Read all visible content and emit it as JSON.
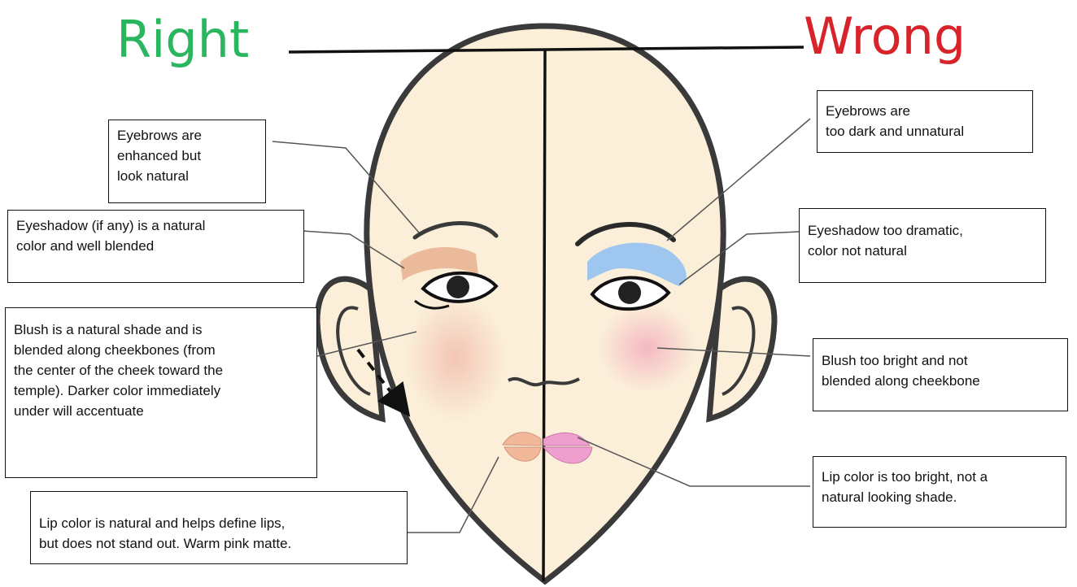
{
  "headings": {
    "right": {
      "text": "Right",
      "color": "#2ab55f"
    },
    "wrong": {
      "text": "Wrong",
      "color": "#d9232a"
    }
  },
  "annotations": {
    "left_eyebrows": "Eyebrows are\nenhanced but\nlook natural",
    "left_eyeshadow": "Eyeshadow (if any) is a natural\ncolor and well blended",
    "left_blush": "Blush is a natural shade and is\nblended along cheekbones (from\nthe center of the cheek toward the\ntemple). Darker color immediately\nunder will accentuate",
    "left_lips": "Lip color is natural and helps define lips,\nbut does not stand out. Warm pink matte.",
    "right_eyebrows": "Eyebrows are\ntoo dark and unnatural",
    "right_eyeshadow": "Eyeshadow too dramatic,\ncolor not natural",
    "right_blush": "Blush too bright and not\nblended along cheekbone",
    "right_lips": "Lip color is too bright, not a\nnatural looking shade."
  },
  "colors": {
    "skin": "#fbefd9",
    "outline": "#3a3a3a",
    "natural_eyeshadow": "#e6b08e",
    "dramatic_eyeshadow": "#9fc6ee",
    "natural_blush": "#f2c3b2",
    "bright_blush": "#f4b9c3",
    "natural_lip": "#f1b899",
    "bright_lip": "#ef9fce"
  }
}
